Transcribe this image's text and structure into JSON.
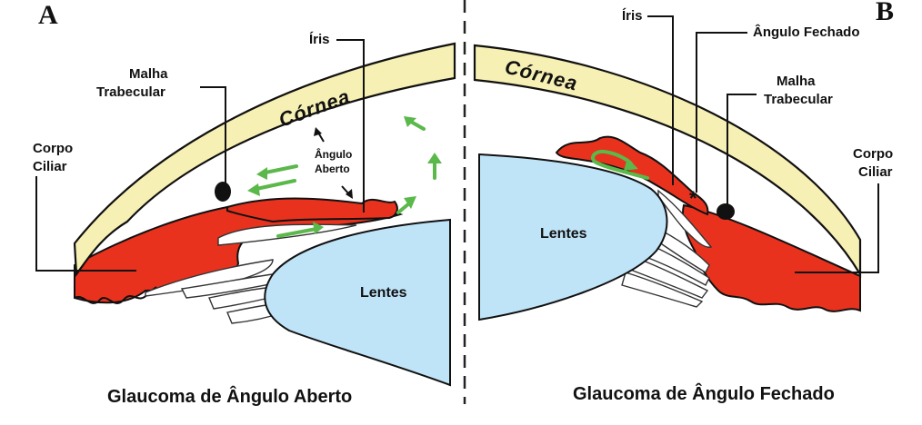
{
  "panels": {
    "left": {
      "letter": "A",
      "labels": {
        "iris": "Íris",
        "trabecular_line1": "Malha",
        "trabecular_line2": "Trabecular",
        "ciliary_line1": "Corpo",
        "ciliary_line2": "Ciliar",
        "cornea": "Córnea",
        "angle_line1": "Ângulo",
        "angle_line2": "Aberto",
        "lens": "Lentes"
      },
      "caption": "Glaucoma de Ângulo Aberto"
    },
    "right": {
      "letter": "B",
      "labels": {
        "iris": "Íris",
        "closed_angle": "Ângulo Fechado",
        "trabecular_line1": "Malha",
        "trabecular_line2": "Trabecular",
        "ciliary_line1": "Corpo",
        "ciliary_line2": "Ciliar",
        "cornea": "Córnea",
        "lens": "Lentes"
      },
      "caption": "Glaucoma de Ângulo Fechado"
    }
  },
  "colors": {
    "cornea": "#f7f0b4",
    "ciliary_body": "#e8321e",
    "lens": "#bfe3f7",
    "flow_arrows": "#5bb84a",
    "outline": "#111111"
  }
}
